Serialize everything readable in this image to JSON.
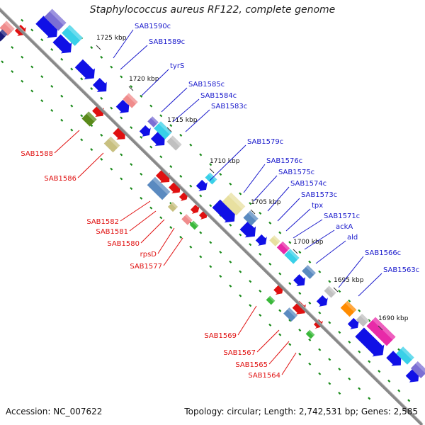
{
  "title": "Staphylococcus aureus RF122, complete genome",
  "accession_label": "Accession: NC_007622",
  "topology_label": "Topology: circular; Length: 2,742,531 bp; Genes: 2,585",
  "colors": {
    "backbone": "#888888",
    "forward_label": "#1a1acc",
    "reverse_label": "#e01010",
    "dotted_track": "#1a8a1a",
    "blue_gene": "#1010e6",
    "red_gene": "#e01010",
    "ruler_text": "#111111"
  },
  "ruler": [
    "1725 kbp",
    "1720 kbp",
    "1715 kbp",
    "1710 kbp",
    "1705 kbp",
    "1700 kbp",
    "1695 kbp",
    "1690 kbp"
  ],
  "forward_labels": [
    "SAB1590c",
    "SAB1589c",
    "tyrS",
    "SAB1585c",
    "SAB1584c",
    "SAB1583c",
    "SAB1579c",
    "SAB1576c",
    "SAB1575c",
    "SAB1574c",
    "SAB1573c",
    "tpx",
    "SAB1571c",
    "ackA",
    "ald",
    "SAB1566c",
    "SAB1563c"
  ],
  "reverse_labels": [
    "SAB1588",
    "SAB1586",
    "SAB1582",
    "SAB1581",
    "SAB1580",
    "rpsD",
    "SAB1577",
    "SAB1569",
    "SAB1567",
    "SAB1565",
    "SAB1564"
  ]
}
